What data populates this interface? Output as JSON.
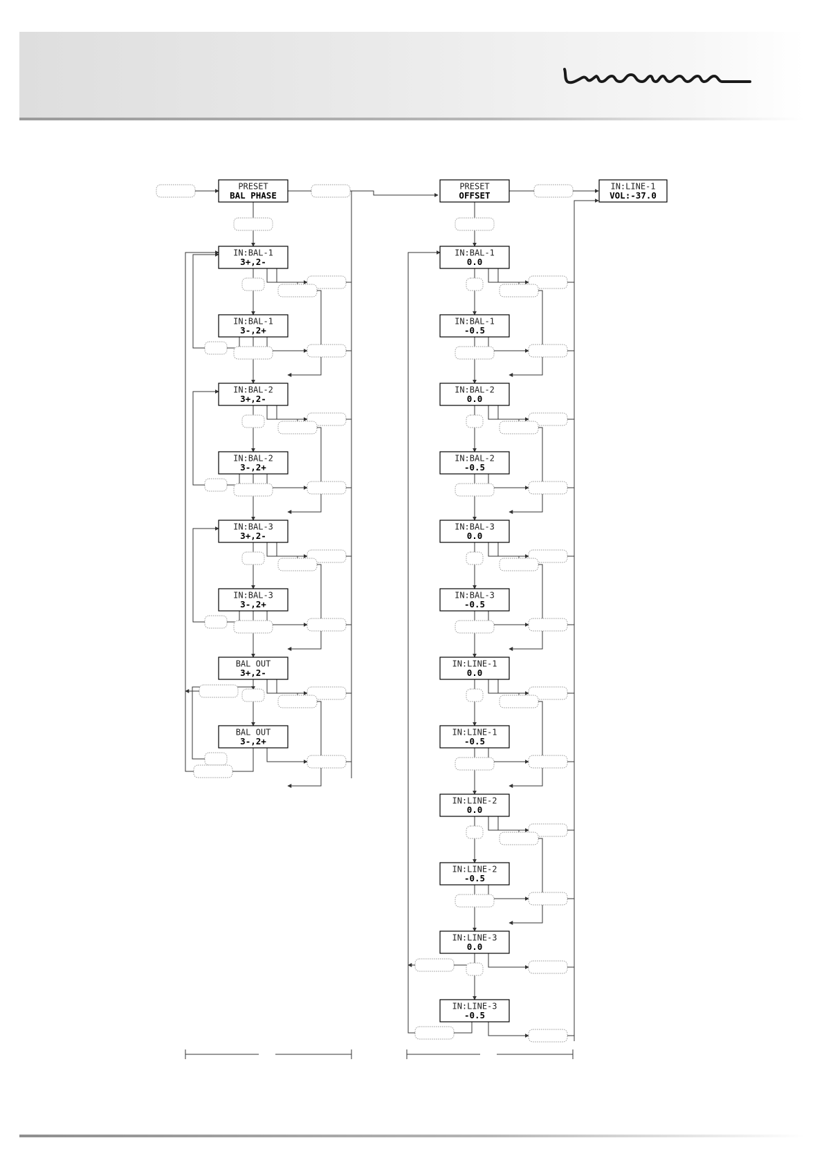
{
  "header": {
    "logo_name": "luxman-logo",
    "brand_color": "#1a1a1a"
  },
  "left_column": {
    "preset": {
      "line1": "PRESET",
      "line2": "BAL PHASE"
    },
    "states": [
      {
        "line1": "IN:BAL-1",
        "line2": "3+,2-"
      },
      {
        "line1": "IN:BAL-1",
        "line2": "3-,2+"
      },
      {
        "line1": "IN:BAL-2",
        "line2": "3+,2-"
      },
      {
        "line1": "IN:BAL-2",
        "line2": "3-,2+"
      },
      {
        "line1": "IN:BAL-3",
        "line2": "3+,2-"
      },
      {
        "line1": "IN:BAL-3",
        "line2": "3-,2+"
      },
      {
        "line1": "BAL OUT",
        "line2": "3+,2-"
      },
      {
        "line1": "BAL OUT",
        "line2": "3-,2+"
      }
    ]
  },
  "right_column": {
    "preset": {
      "line1": "PRESET",
      "line2": "OFFSET"
    },
    "states": [
      {
        "line1": "IN:BAL-1",
        "line2": "0.0"
      },
      {
        "line1": "IN:BAL-1",
        "line2": "-0.5"
      },
      {
        "line1": "IN:BAL-2",
        "line2": "0.0"
      },
      {
        "line1": "IN:BAL-2",
        "line2": "-0.5"
      },
      {
        "line1": "IN:BAL-3",
        "line2": "0.0"
      },
      {
        "line1": "IN:BAL-3",
        "line2": "-0.5"
      },
      {
        "line1": "IN:LINE-1",
        "line2": "0.0"
      },
      {
        "line1": "IN:LINE-1",
        "line2": "-0.5"
      },
      {
        "line1": "IN:LINE-2",
        "line2": "0.0"
      },
      {
        "line1": "IN:LINE-2",
        "line2": "-0.5"
      },
      {
        "line1": "IN:LINE-3",
        "line2": "0.0"
      },
      {
        "line1": "IN:LINE-3",
        "line2": "-0.5"
      }
    ]
  },
  "result_display": {
    "line1": "IN:LINE-1",
    "line2": "VOL:-37.0"
  }
}
